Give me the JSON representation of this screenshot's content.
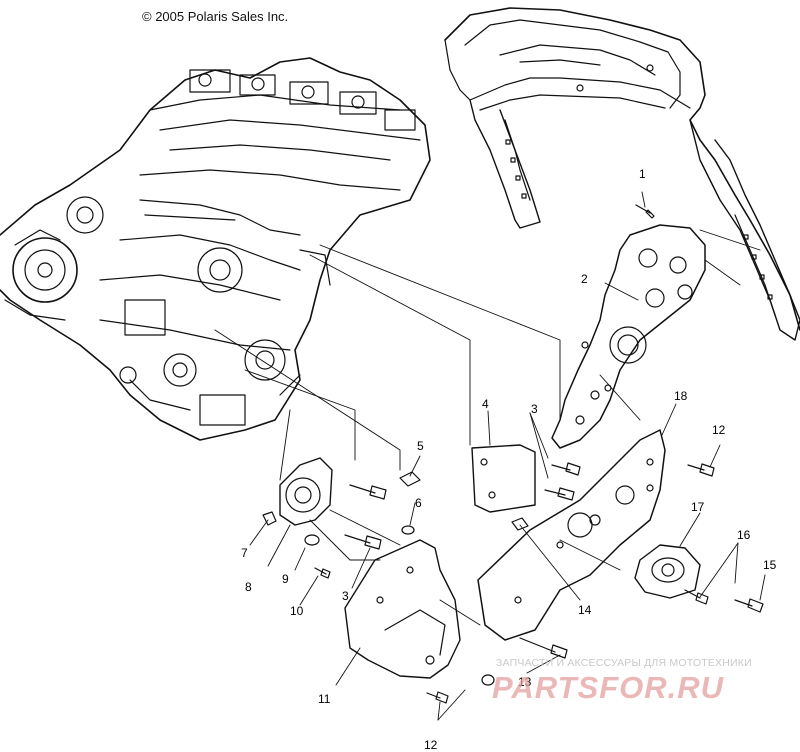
{
  "copyright": "© 2005 Polaris Sales Inc.",
  "callouts": {
    "c1": "1",
    "c2": "2",
    "c3a": "3",
    "c3b": "3",
    "c4": "4",
    "c5": "5",
    "c6": "6",
    "c7": "7",
    "c8": "8",
    "c9": "9",
    "c10": "10",
    "c11": "11",
    "c12a": "12",
    "c12b": "12",
    "c13": "13",
    "c14": "14",
    "c15": "15",
    "c16": "16",
    "c17": "17",
    "c18": "18"
  },
  "watermark": {
    "tagline": "ЗАПЧАСТИ И АКСЕССУАРЫ ДЛЯ МОТОТЕХНИКИ",
    "logo": "PARTSFOR.RU",
    "color": "#e4a0a0"
  }
}
